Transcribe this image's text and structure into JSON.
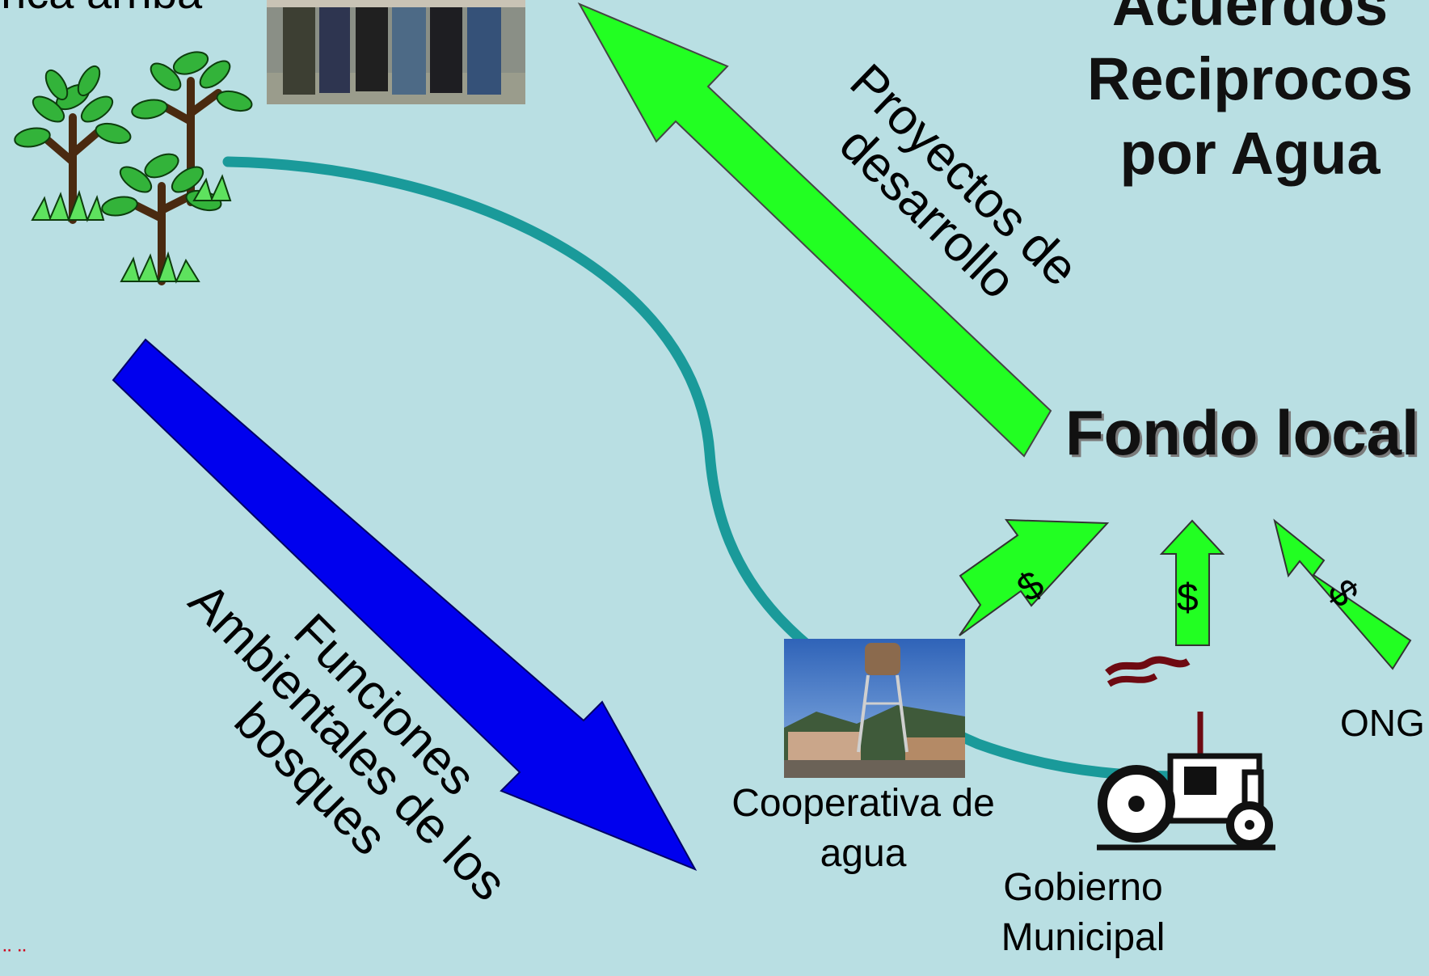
{
  "title": {
    "line1": "Acuerdos",
    "line2": "Reciprocos",
    "line3": "por Agua"
  },
  "labels": {
    "top_left_partial": "enca arriba",
    "proyectos": "Proyectos de desarrollo",
    "funciones": "Funciones Ambientales de los bosques",
    "fondo": "Fondo local",
    "cooperativa": "Cooperativa de agua",
    "gobierno": "Gobierno Municipal",
    "ong": "ONG",
    "dollar1": "$",
    "dollar2": "$",
    "dollar3": "$",
    "footnote": "¨   ¨"
  },
  "colors": {
    "background": "#b9dfe3",
    "green_arrow": "#22ff22",
    "blue_arrow": "#0000ee",
    "curve": "#1a9a9a"
  },
  "icons": [
    "trees-icon",
    "tractor-icon",
    "water-tower-photo",
    "people-photo"
  ]
}
